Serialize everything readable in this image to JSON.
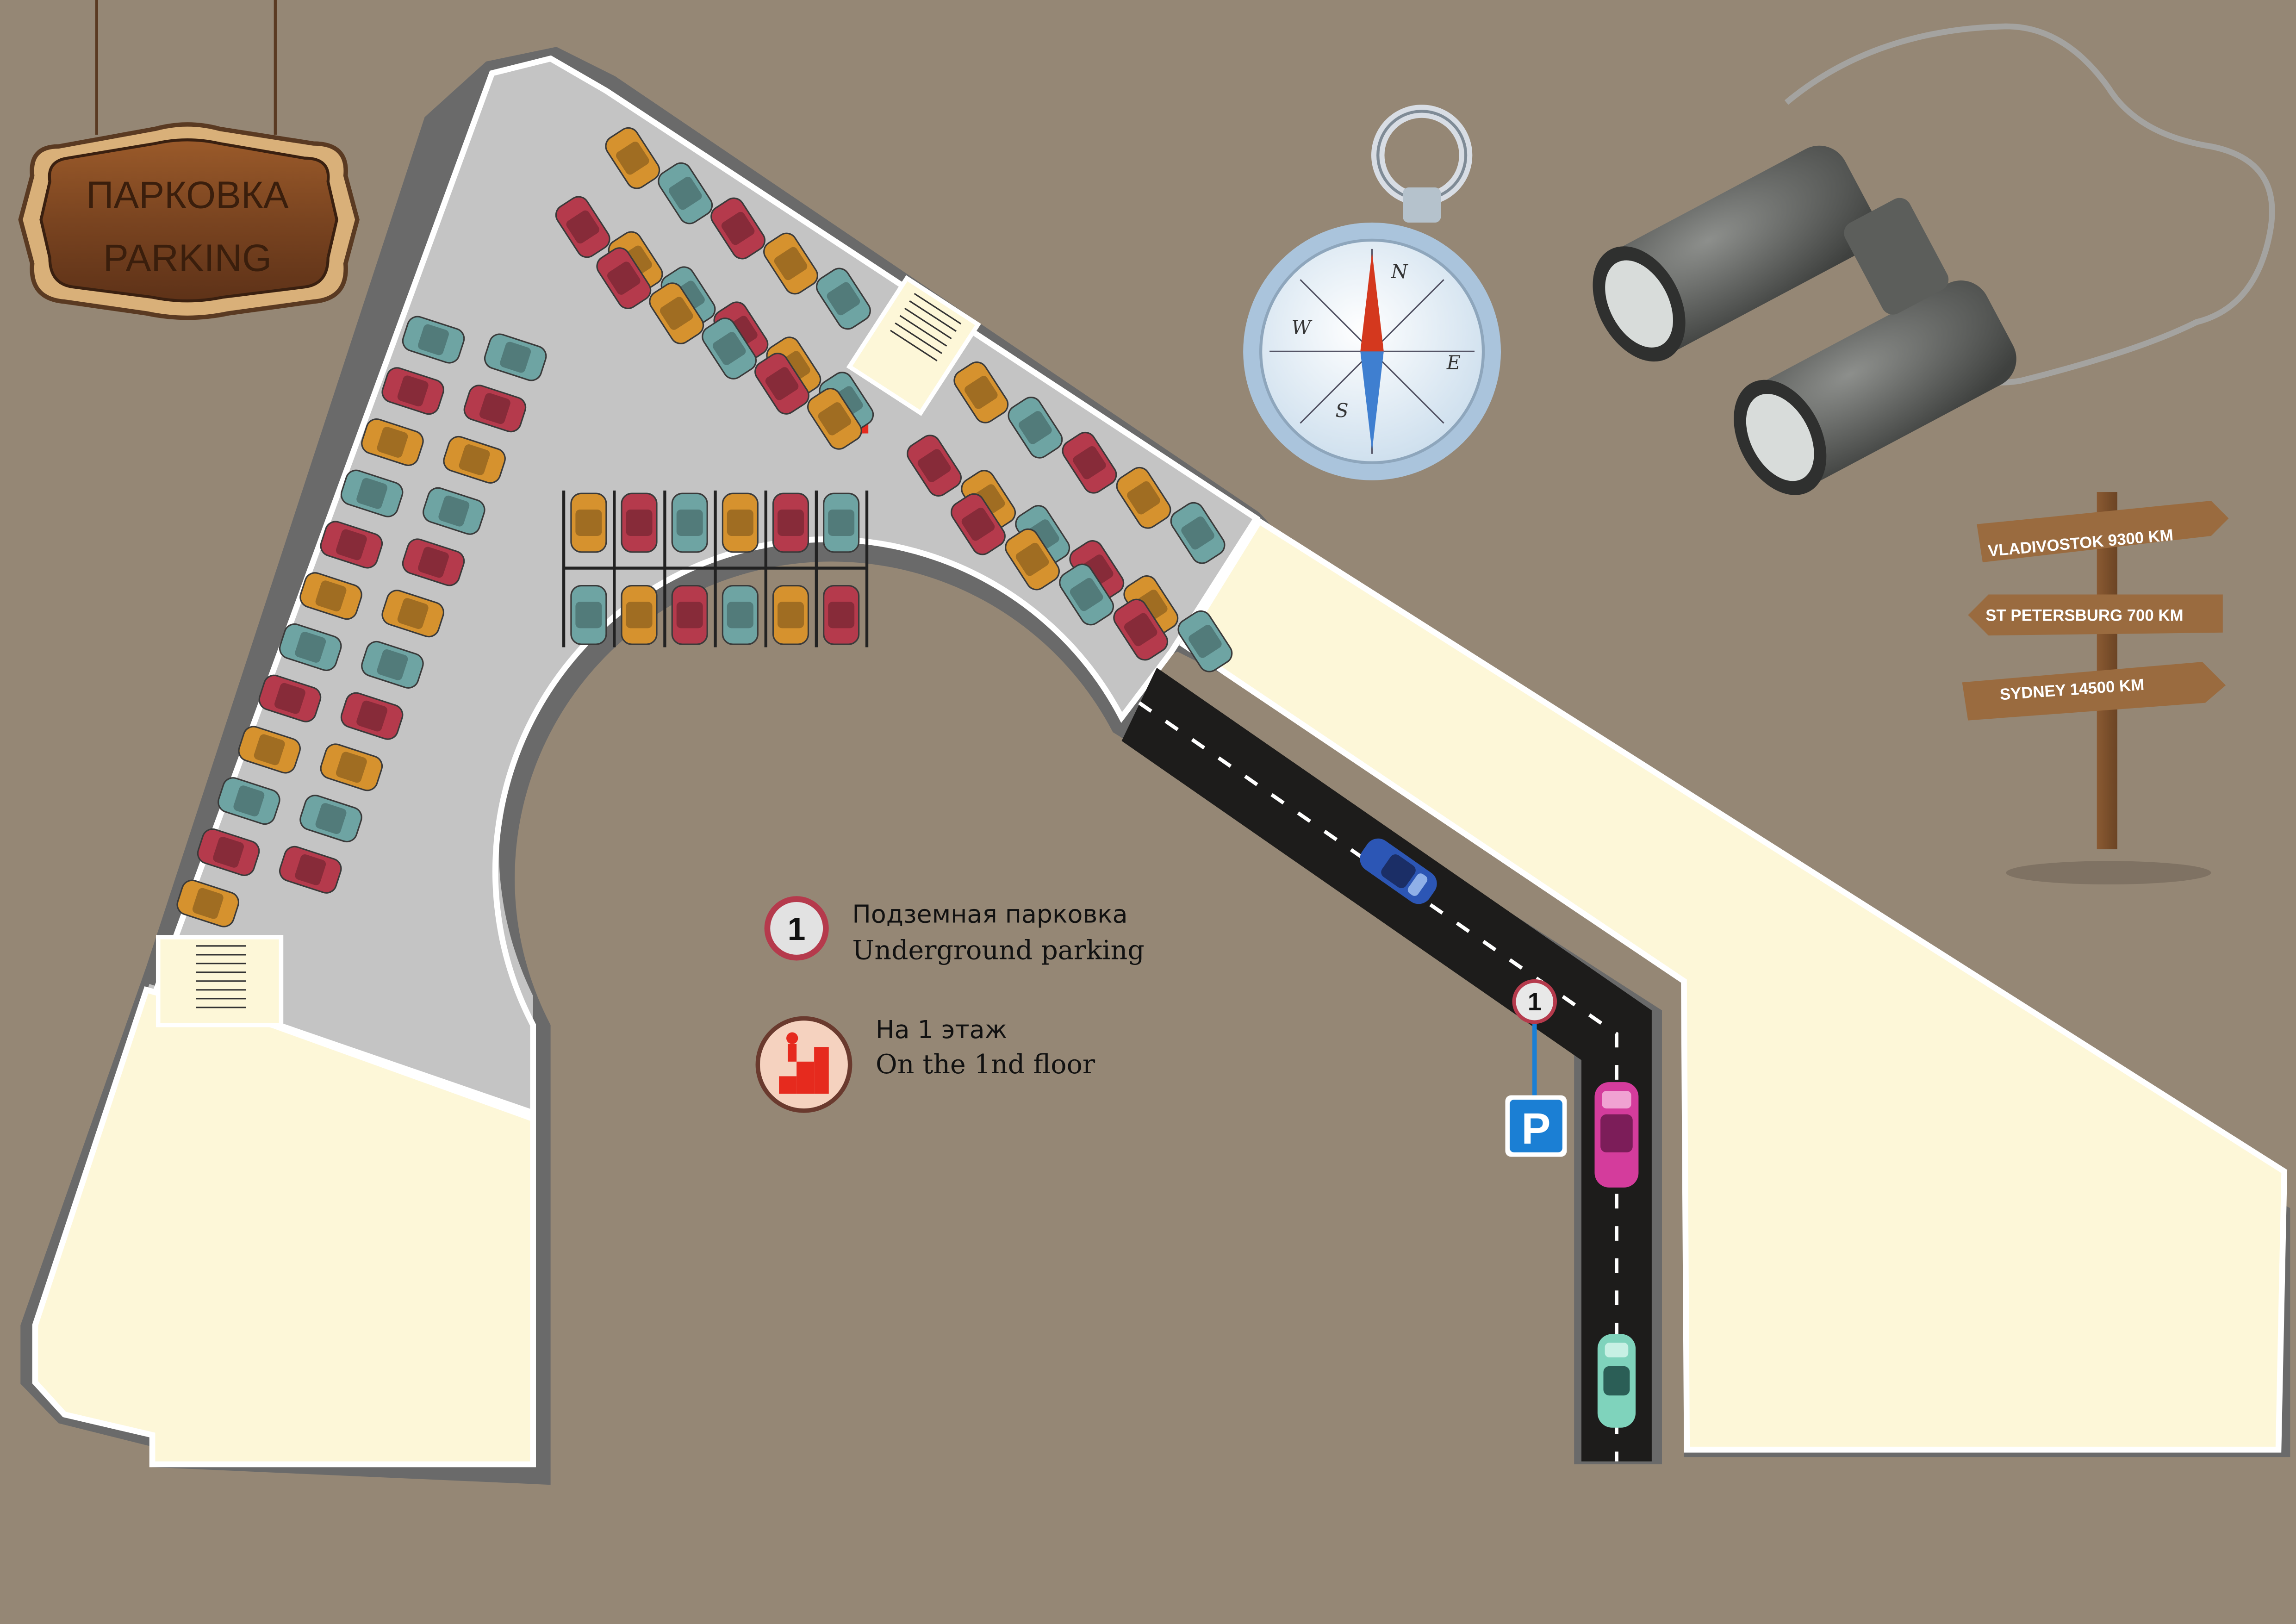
{
  "sign": {
    "line1": "ПАРКОВКА",
    "line2": "PARKING"
  },
  "legend": [
    {
      "marker": "1",
      "icon": "level-number-icon",
      "ru": "Подземная парковка",
      "en": "Underground parking"
    },
    {
      "marker": "",
      "icon": "stairs-exit-icon",
      "ru": "На 1 этаж",
      "en": "On the 1nd floor"
    }
  ],
  "ramp": {
    "level_marker": "1",
    "parking_sign": "P"
  },
  "signpost": {
    "arrows": [
      "VLADIVOSTOK 9300 KM",
      "ST PETERSBURG 700 KM",
      "SYDNEY 14500 KM"
    ]
  },
  "compass": {
    "north": "N",
    "south": "S",
    "east": "E",
    "west": "W"
  },
  "colors": {
    "background": "#958775",
    "floor": "#c4c4c4",
    "wall": "#ffffff",
    "room": "#fdf7d8",
    "road": "#1d1c1b",
    "car_orange": "#d6922e",
    "car_teal": "#6ea4a3",
    "car_red": "#b53a4c",
    "exit_red": "#e62a1e",
    "parking_blue": "#1b7fd4"
  }
}
